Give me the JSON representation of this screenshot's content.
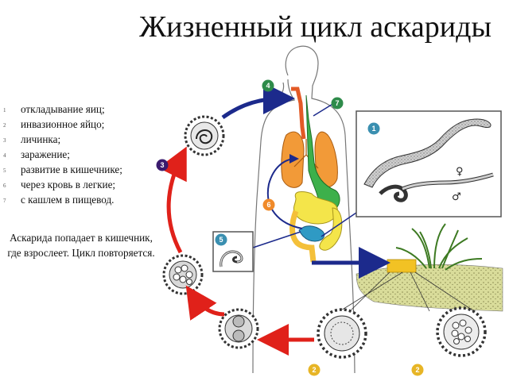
{
  "title": "Жизненный цикл аскариды",
  "steps": [
    {
      "num": "1",
      "text": "откладывание яиц;"
    },
    {
      "num": "2",
      "text": "инвазионное яйцо;"
    },
    {
      "num": "3",
      "text": "личинка;"
    },
    {
      "num": "4",
      "text": "заражение;"
    },
    {
      "num": "5",
      "text": "развитие в кишечнике;"
    },
    {
      "num": "6",
      "text": "через кровь в легкие;"
    },
    {
      "num": "7",
      "text": "с кашлем в пищевод."
    }
  ],
  "note": "Аскарида попадает в кишечник, где взрослеет. Цикл повторяется.",
  "badges": {
    "b1": "1",
    "b2a": "2",
    "b2b": "2",
    "b3": "3",
    "b4": "4",
    "b5": "5",
    "b6": "6",
    "b7": "7"
  },
  "symbols": {
    "female": "♀",
    "male": "♂"
  },
  "colors": {
    "badge_green": "#2e8b4a",
    "badge_gold": "#e7b526",
    "badge_orange": "#f08a2a",
    "badge_purple": "#3a1b6e",
    "badge_teal": "#3a8fb0",
    "arrow_red": "#e0211a",
    "arrow_blue": "#1c2a8c",
    "lungs": "#f29a38",
    "intestine": "#f4e54a",
    "esophagus": "#3db04b"
  }
}
